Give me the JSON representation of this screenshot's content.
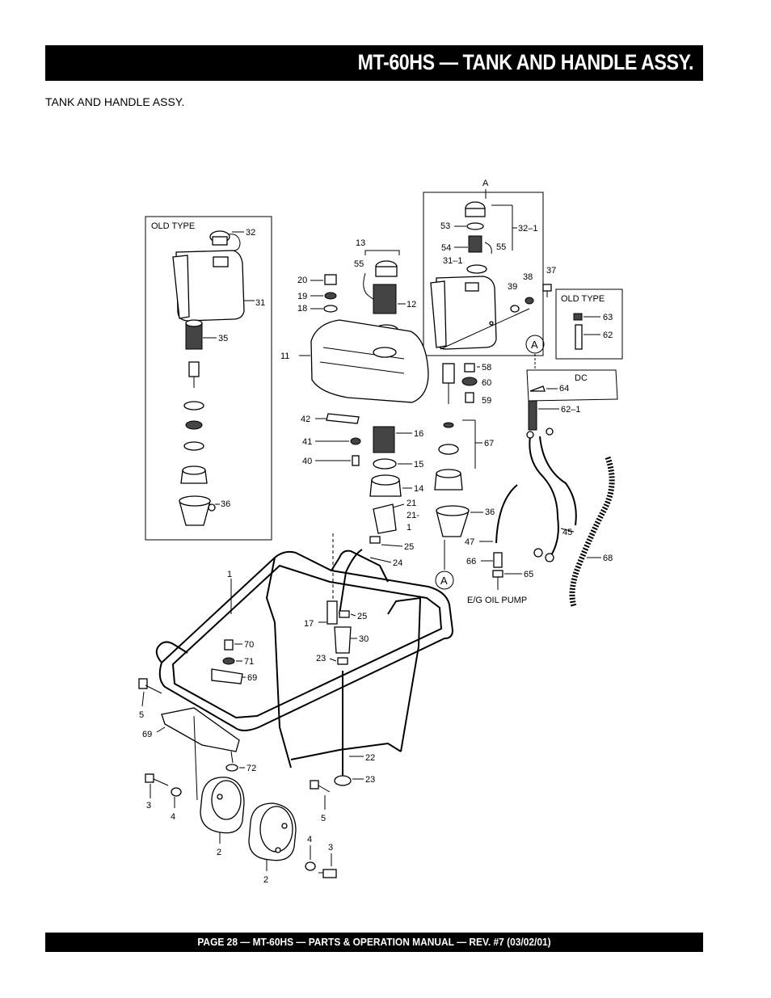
{
  "page": {
    "title": "MT-60HS — TANK AND HANDLE ASSY.",
    "subtitle": "TANK AND HANDLE ASSY.",
    "footer": "PAGE 28 — MT-60HS — PARTS & OPERATION MANUAL — REV. #7 (03/02/01)"
  },
  "diagram": {
    "boxes": {
      "old_type_left": "OLD TYPE",
      "old_type_right": "OLD TYPE",
      "dc": "DC",
      "detail_a": "A",
      "detail_a_circle_1": "A",
      "detail_a_circle_2": "A",
      "eg_oil_pump": "E/G OIL PUMP"
    },
    "labels": {
      "p1": "1",
      "p2a": "2",
      "p2b": "2",
      "p3a": "3",
      "p3b": "3",
      "p4a": "4",
      "p4b": "4",
      "p5a": "5",
      "p5b": "5",
      "p11": "11",
      "p12": "12",
      "p13": "13",
      "p14": "14",
      "p15": "15",
      "p16": "16",
      "p17": "17",
      "p18": "18",
      "p19": "19",
      "p20": "20",
      "p21": "21",
      "p21_1": "21-",
      "p21_1b": "1",
      "p22": "22",
      "p23a": "23",
      "p23b": "23",
      "p24": "24",
      "p25a": "25",
      "p25b": "25",
      "p30": "30",
      "p31": "31",
      "p31_1": "31–1",
      "p32": "32",
      "p32_1": "32–1",
      "p35": "35",
      "p36a": "36",
      "p36b": "36",
      "p37": "37",
      "p38": "38",
      "p39": "39",
      "p40": "40",
      "p41": "41",
      "p42": "42",
      "p45": "45",
      "p47": "47",
      "p53": "53",
      "p54": "54",
      "p55a": "55",
      "p55b": "55",
      "p58": "58",
      "p59": "59",
      "p60": "60",
      "p62": "62",
      "p62_1": "62–1",
      "p63": "63",
      "p64": "64",
      "p65": "65",
      "p66": "66",
      "p67": "67",
      "p68": "68",
      "p69a": "69",
      "p69b": "69",
      "p70": "70",
      "p71": "71",
      "p72": "72"
    }
  }
}
